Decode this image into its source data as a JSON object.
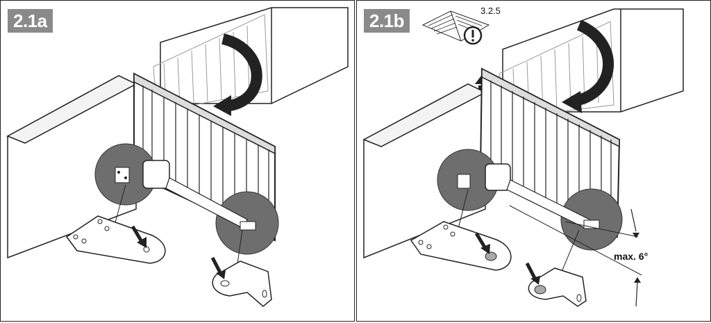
{
  "panels": [
    {
      "badge": "2.1a"
    },
    {
      "badge": "2.1b",
      "manual_ref": "3.2.5",
      "max_label": "max. 6°"
    }
  ],
  "colors": {
    "badge_bg": "#8a8a8a",
    "circle_gray": "#6e6e6e",
    "line": "#222222"
  },
  "icons": [
    "rotation-arrow-icon",
    "manual-book-icon",
    "warning-exclamation-icon",
    "up-arrow-icon",
    "pointer-arrow-icon"
  ]
}
